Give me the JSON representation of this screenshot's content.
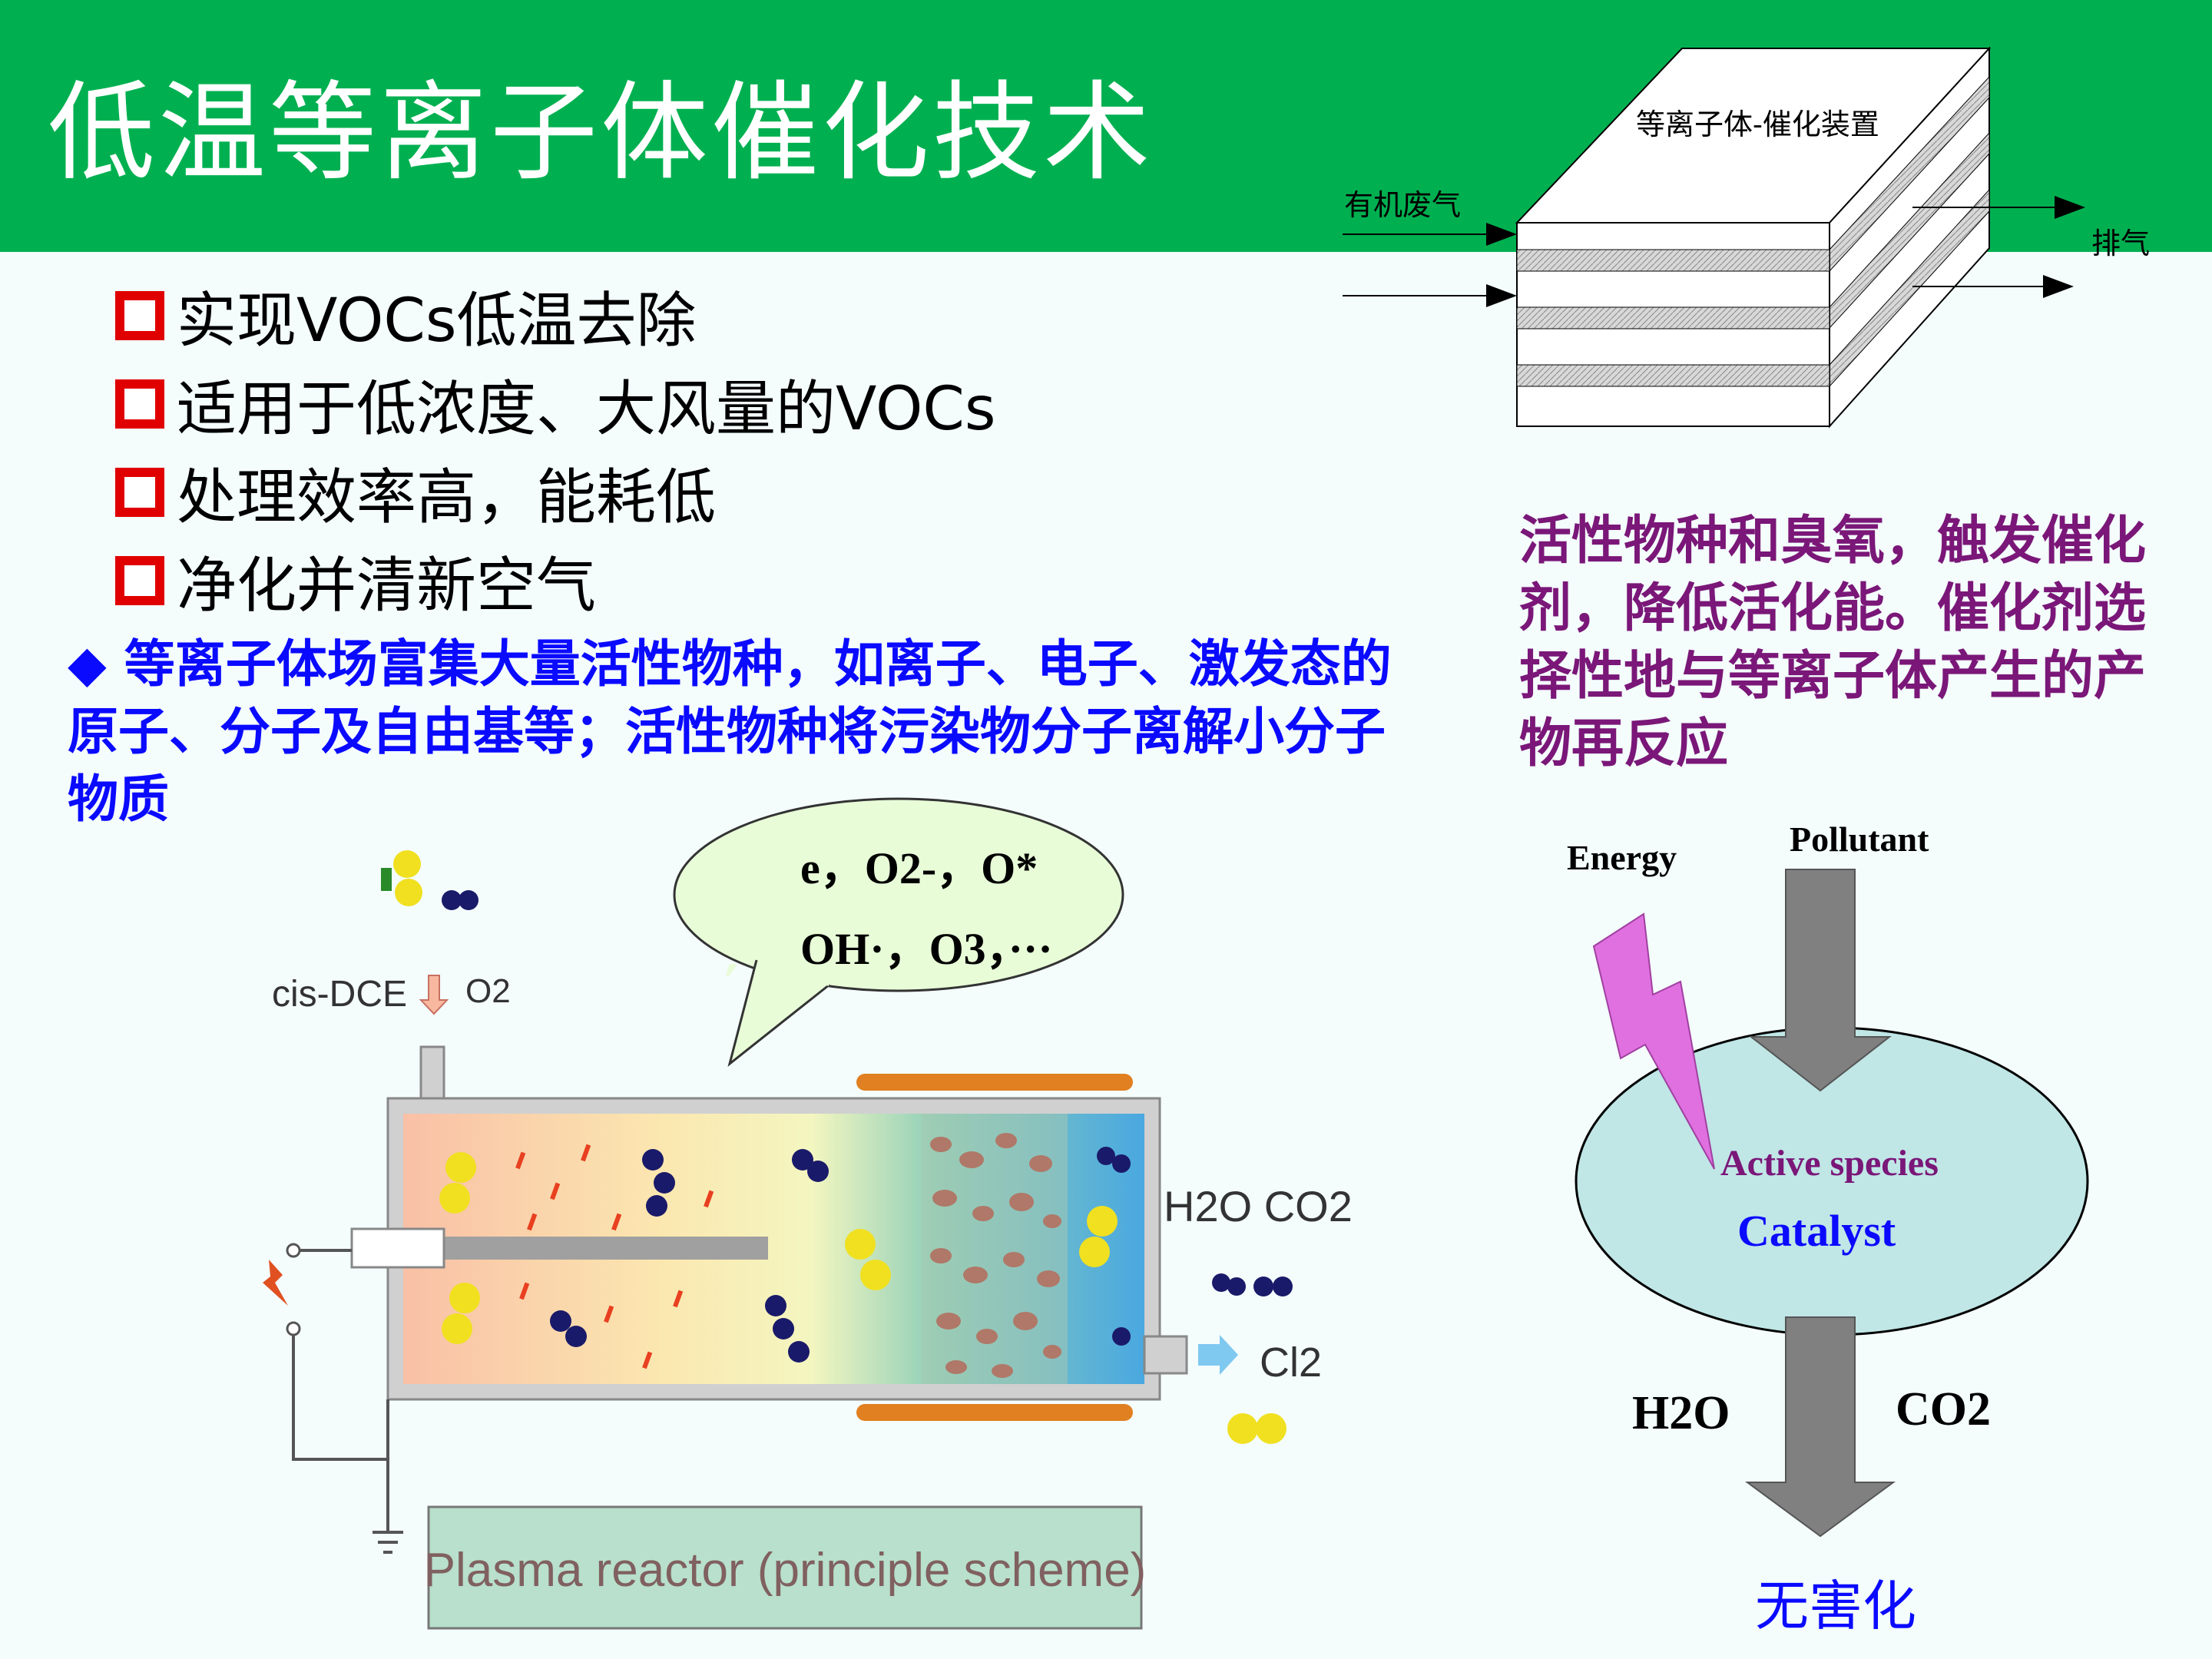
{
  "slide": {
    "title": "低温等离子体催化技术",
    "bullets": [
      "实现VOCs低温去除",
      "适用于低浓度、大风量的VOCs",
      "处理效率高，能耗低",
      "净化并清新空气"
    ],
    "blue_paragraph": "◆ 等离子体场富集大量活性物种，如离子、电子、激发态的原子、分子及自由基等；活性物种将污染物分子离解小分子物质",
    "purple_paragraph": "活性物种和臭氧，触发催化剂，降低活化能。催化剂选择性地与等离子体产生的产物再反应"
  },
  "device_diagram": {
    "label_top": "等离子体-催化装置",
    "label_inlet": "有机废气",
    "label_outlet": "排气"
  },
  "reactor_scheme": {
    "bubble_line1": "e，O2-，O*",
    "bubble_line2": "OH·，O3，···",
    "label_reactant": "cis-DCE",
    "label_o2": "O2",
    "label_products1": "H2O CO2",
    "label_products2": "Cl2",
    "caption": "Plasma reactor (principle scheme)"
  },
  "catalyst_scheme": {
    "label_energy": "Energy",
    "label_pollutant": "Pollutant",
    "label_active": "Active species",
    "label_catalyst": "Catalyst",
    "label_h2o": "H2O",
    "label_co2": "CO2",
    "label_result": "无害化"
  },
  "colors": {
    "header": "#00b050",
    "bullet_box": "#e00000",
    "blue_text": "#0a0aff",
    "purple_text": "#7a1778",
    "catalyst_ellipse": "#c0e6e6",
    "arrow_gray": "#808080",
    "lightning": "#e070e0"
  }
}
